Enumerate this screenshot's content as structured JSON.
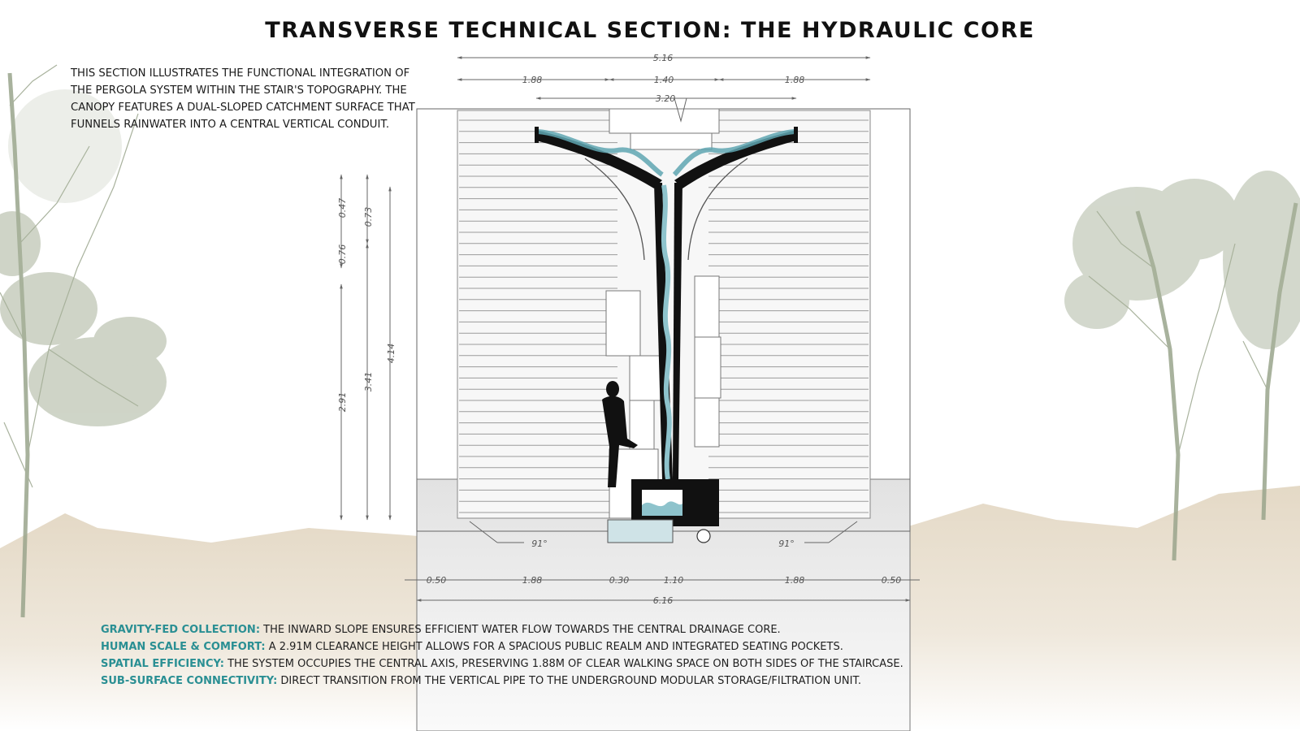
{
  "title": "TRANSVERSE TECHNICAL SECTION: THE HYDRAULIC CORE",
  "intro": "THIS SECTION ILLUSTRATES THE FUNCTIONAL INTEGRATION OF THE PERGOLA SYSTEM WITHIN THE STAIR'S TOPOGRAPHY. THE CANOPY FEATURES A DUAL-SLOPED CATCHMENT SURFACE THAT FUNNELS RAINWATER INTO A CENTRAL VERTICAL CONDUIT.",
  "dimensions": {
    "top_total": "5.16",
    "top_left": "1.88",
    "top_mid": "1.40",
    "top_right": "1.88",
    "top_inner": "3.20",
    "v_047": "0.47",
    "v_073": "0.73",
    "v_076": "0.76",
    "v_291": "2.91",
    "v_341": "3.41",
    "v_414": "4.14",
    "angle_left": "91°",
    "angle_right": "91°",
    "bottom_050_left": "0.50",
    "bottom_188_left": "1.88",
    "bottom_030": "0.30",
    "bottom_110": "1.10",
    "bottom_188_right": "1.88",
    "bottom_050_right": "0.50",
    "bottom_total": "6.16"
  },
  "notes": [
    {
      "key": "GRAVITY-FED COLLECTION:",
      "text": "THE INWARD SLOPE ENSURES EFFICIENT WATER FLOW TOWARDS THE CENTRAL DRAINAGE CORE."
    },
    {
      "key": "HUMAN SCALE & COMFORT:",
      "text": "A 2.91M CLEARANCE HEIGHT ALLOWS FOR A SPACIOUS PUBLIC REALM AND INTEGRATED SEATING POCKETS."
    },
    {
      "key": "SPATIAL EFFICIENCY:",
      "text": "THE SYSTEM OCCUPIES THE CENTRAL AXIS, PRESERVING 1.88M OF CLEAR WALKING SPACE ON BOTH SIDES OF THE STAIRCASE."
    },
    {
      "key": "SUB-SURFACE CONNECTIVITY:",
      "text": "DIRECT TRANSITION FROM THE VERTICAL PIPE TO THE UNDERGROUND MODULAR STORAGE/FILTRATION UNIT."
    }
  ],
  "colors": {
    "accent_teal": "#2a8f93",
    "water": "#8ec3cc",
    "ground": "#e6dccb",
    "tree": "#9aa58c"
  }
}
